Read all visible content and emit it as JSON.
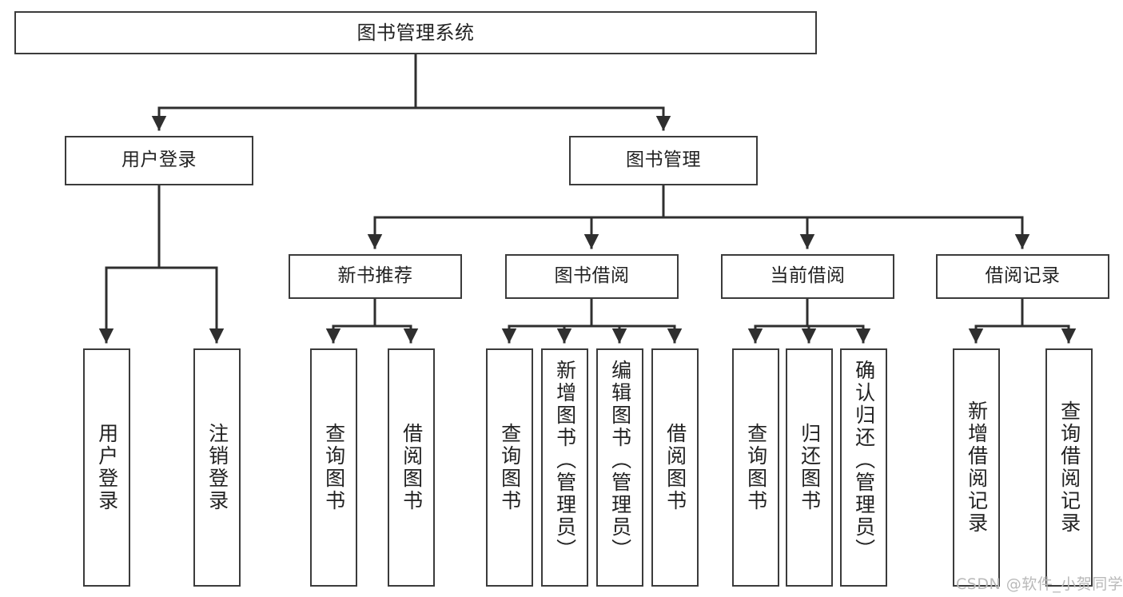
{
  "diagram": {
    "type": "tree",
    "title": "图书管理系统",
    "orientation": "top-down",
    "colors": {
      "box_stroke": "#3b3b3b",
      "box_fill": "#ffffff",
      "connector": "#2f2f2f",
      "text": "#222222",
      "watermark": "#b9b9b9",
      "background": "#ffffff"
    },
    "root": {
      "label": "图书管理系统"
    },
    "level2": [
      {
        "label": "用户登录"
      },
      {
        "label": "图书管理"
      }
    ],
    "level3": [
      {
        "label": "新书推荐"
      },
      {
        "label": "图书借阅"
      },
      {
        "label": "当前借阅"
      },
      {
        "label": "借阅记录"
      }
    ],
    "leaves": {
      "user_login": [
        {
          "label": "用户登录"
        },
        {
          "label": "注销登录"
        }
      ],
      "new_book_recommend": [
        {
          "label": "查询图书"
        },
        {
          "label": "借阅图书"
        }
      ],
      "book_borrow": [
        {
          "label": "查询图书"
        },
        {
          "label": "新增图书（管理员）"
        },
        {
          "label": "编辑图书（管理员）"
        },
        {
          "label": "借阅图书"
        }
      ],
      "current_borrow": [
        {
          "label": "查询图书"
        },
        {
          "label": "归还图书"
        },
        {
          "label": "确认归还（管理员）"
        }
      ],
      "borrow_record": [
        {
          "label": "新增借阅记录"
        },
        {
          "label": "查询借阅记录"
        }
      ]
    }
  },
  "watermark": {
    "text": "CSDN @软件_小贺同学"
  }
}
